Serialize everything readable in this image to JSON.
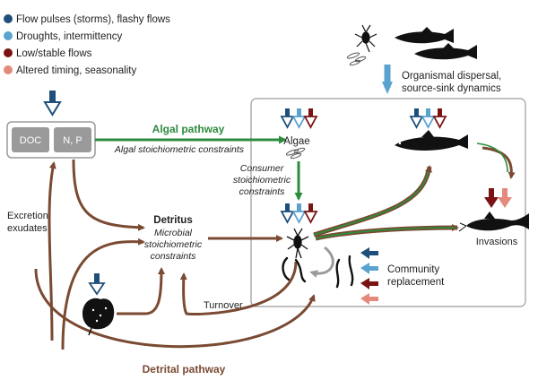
{
  "legend": [
    {
      "label": "Flow pulses (storms), flashy flows",
      "color": "#1e4f7a"
    },
    {
      "label": "Droughts, intermittency",
      "color": "#5ba3cf"
    },
    {
      "label": "Low/stable flows",
      "color": "#7a1414"
    },
    {
      "label": "Altered timing, seasonality",
      "color": "#e48a7c"
    }
  ],
  "nutrients": {
    "doc": "DOC",
    "np": "N, P"
  },
  "algal_pathway": {
    "title": "Algal pathway",
    "subtitle": "Algal stoichiometric constraints"
  },
  "algae": "Algae",
  "consumer_constraints": [
    "Consumer",
    "stoichiometric",
    "constraints"
  ],
  "detritus": {
    "title": "Detritus",
    "lines": [
      "Microbial",
      "stoichiometric",
      "constraints"
    ]
  },
  "excretion": [
    "Excretion,",
    "exudates"
  ],
  "turnover": "Turnover",
  "detrital_pathway": "Detrital pathway",
  "dispersal": [
    "Organismal dispersal,",
    "source-sink dynamics"
  ],
  "invasions": "Invasions",
  "community": [
    "Community",
    "replacement"
  ],
  "colors": {
    "brown": "#7a4a32",
    "green": "#2e8b3d",
    "box_border": "#9a9a9a",
    "nutrient_box": "#9a9a9a"
  },
  "icons": [
    "down-arrow-icon",
    "mayfly-icon",
    "fish-icon",
    "catfish-icon",
    "algae-icon",
    "leaf-litter-icon",
    "worm-icon",
    "swap-arrow-icon"
  ]
}
